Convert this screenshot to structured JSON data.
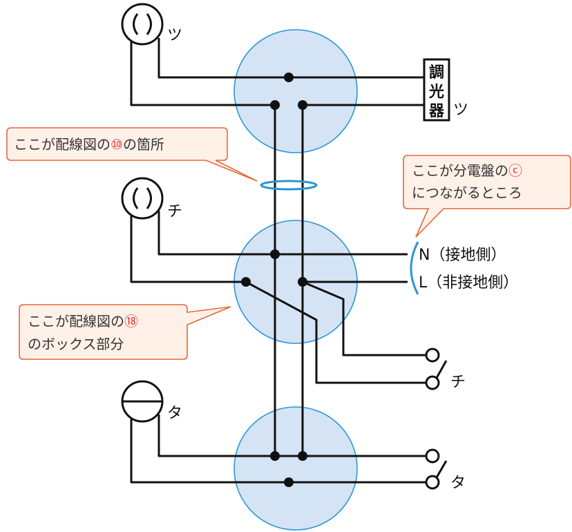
{
  "labels": {
    "tsu_top": "ツ",
    "chi_top": "チ",
    "ta_top": "タ",
    "tsu_right": "ツ",
    "chi_right": "チ",
    "ta_right": "タ",
    "dimmer": [
      "調",
      "光",
      "器"
    ],
    "neutral": "N（接地側）",
    "line": "L（非接地側）"
  },
  "callouts": {
    "wiring10": {
      "text": "ここが配線図の",
      "mark": "⑩",
      "suffix": "の箇所"
    },
    "panel_c": {
      "line1_text": "ここが分電盤の",
      "line1_mark": "ⓒ",
      "line2": "につながるところ"
    },
    "wiring18": {
      "line1_text": "ここが配線図の",
      "line1_mark": "⑱",
      "line2": "のボックス部分"
    }
  },
  "colors": {
    "box_fill": "#d4e4f5",
    "box_stroke": "#2c94d4",
    "callout_border": "#e8663a",
    "callout_fill": "#fff1e8",
    "callout_mark": "#e0322a",
    "wire": "#111111"
  }
}
